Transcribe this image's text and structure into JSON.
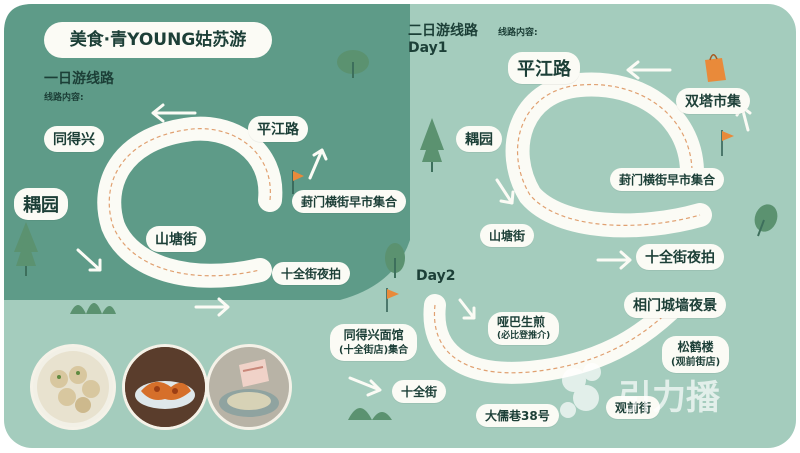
{
  "title": "美食·青YOUNG姑苏游",
  "day_one": {
    "heading": "一日游线路",
    "subheading": "线路内容:",
    "stops": [
      "同得兴",
      "平江路",
      "耦园",
      "葑门横街早市集合",
      "山塘街",
      "十全街夜拍"
    ]
  },
  "day_two": {
    "heading": "二日游线路",
    "subheading": "线路内容:",
    "day1_label": "Day1",
    "day2_label": "Day2",
    "day1_stops": [
      "平江路",
      "双塔市集",
      "耦园",
      "葑门横街早市集合",
      "山塘街",
      "十全街夜拍"
    ],
    "day2_stops": {
      "yaba": "哑巴生煎",
      "yaba_note": "(必比登推介)",
      "xiangmen": "相门城墙夜景",
      "tongdexing": "同得兴面馆",
      "tongdexing_note": "(十全街店)集合",
      "songhe": "松鹤楼",
      "songhe_note": "(观前街店)",
      "shiquan": "十全街",
      "daru": "大儒巷38号",
      "guanqian": "观前街"
    }
  },
  "watermark": "引力播",
  "colors": {
    "dark_green": "#5e9b88",
    "light_green": "#a4ccbd",
    "label_bg": "#fbfbf5",
    "text": "#1c3f37",
    "flag": "#e98a3a"
  },
  "icons": [
    "flag-icon",
    "arrow-icon",
    "tree-icon",
    "bush-icon",
    "shopping-bag-icon"
  ]
}
